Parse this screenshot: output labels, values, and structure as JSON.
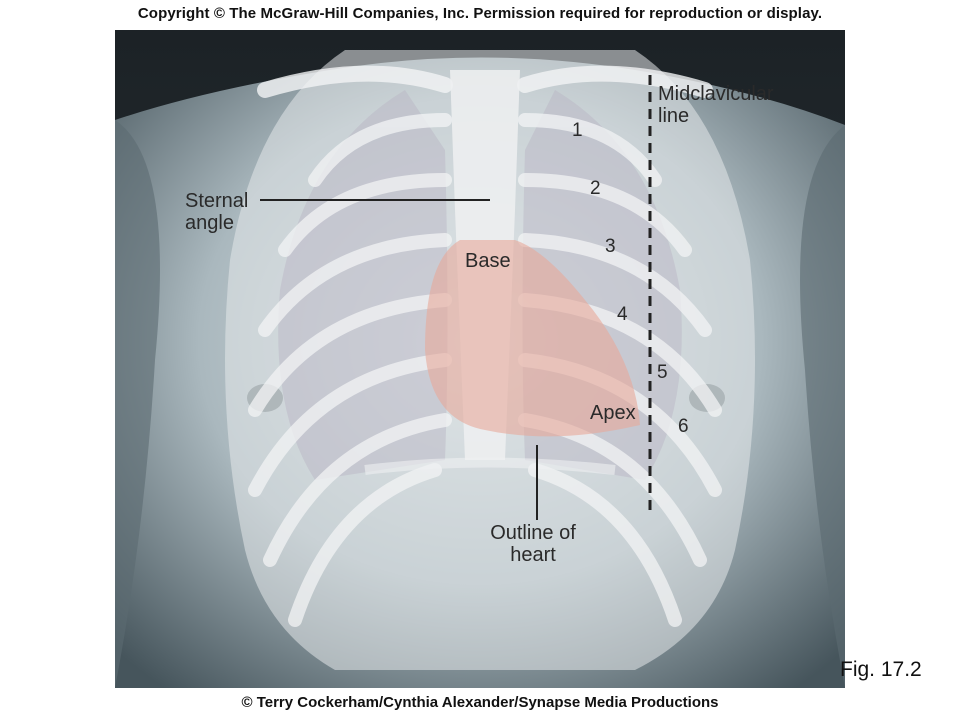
{
  "header": {
    "copyright": "Copyright © The McGraw-Hill Companies, Inc. Permission required for reproduction or display."
  },
  "footer": {
    "credit": "© Terry Cockerham/Cynthia Alexander/Synapse Media Productions",
    "figure": "Fig. 17.2"
  },
  "labels": {
    "midclavicular": "Midclavicular\nline",
    "sternal_angle": "Sternal\nangle",
    "base": "Base",
    "apex": "Apex",
    "outline": "Outline of\nheart"
  },
  "ribs": [
    "1",
    "2",
    "3",
    "4",
    "5",
    "6"
  ],
  "colors": {
    "heart": "#e8a89a",
    "skin_dark": "#3a4a52",
    "skin_light": "#c9d4d8",
    "ribs": "#e9ecee"
  }
}
